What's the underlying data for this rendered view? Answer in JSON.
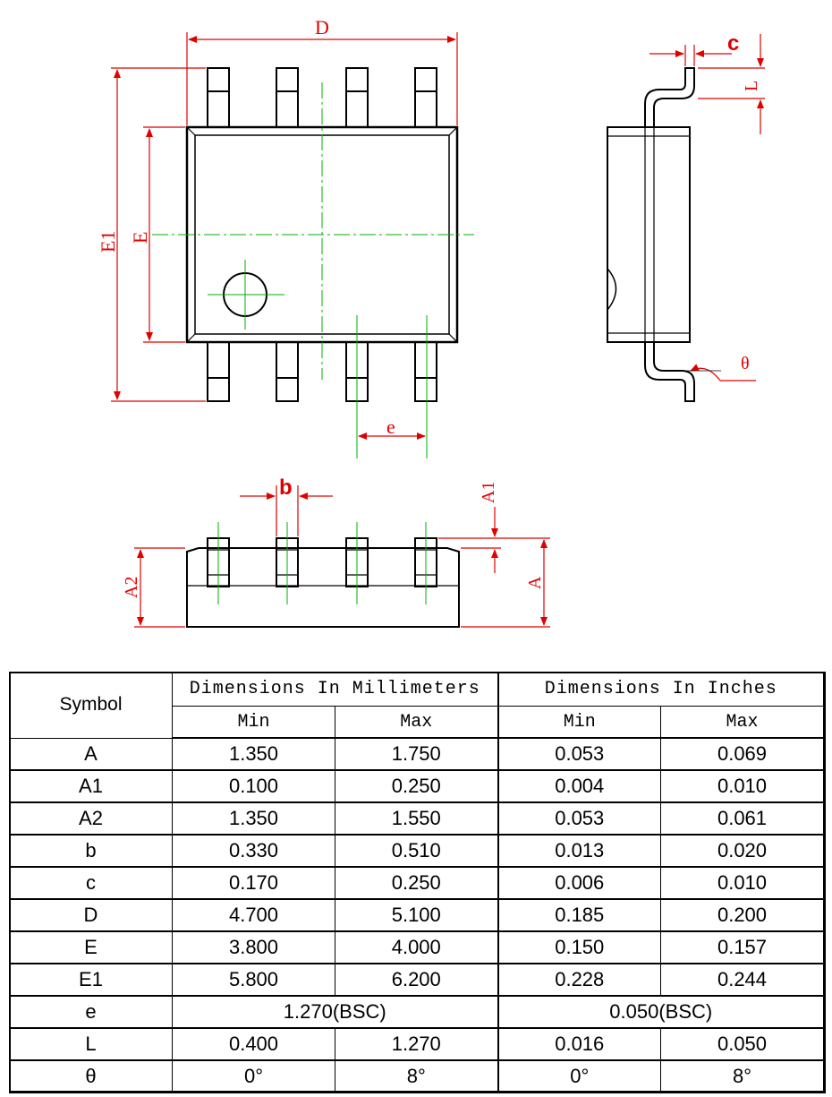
{
  "labels": {
    "D": "D",
    "E": "E",
    "E1": "E1",
    "e": "e",
    "b": "b",
    "c": "c",
    "L": "L",
    "A": "A",
    "A1": "A1",
    "A2": "A2",
    "theta": "θ"
  },
  "colors": {
    "outline": "#000000",
    "dimension": "#e00000",
    "centerline": "#00b000"
  },
  "table": {
    "symbol_header": "Symbol",
    "mm_header": "Dimensions In Millimeters",
    "inch_header": "Dimensions In Inches",
    "min_label": "Min",
    "max_label": "Max",
    "rows": [
      {
        "symbol": "A",
        "mm_min": "1.350",
        "mm_max": "1.750",
        "in_min": "0.053",
        "in_max": "0.069"
      },
      {
        "symbol": "A1",
        "mm_min": "0.100",
        "mm_max": "0.250",
        "in_min": "0.004",
        "in_max": "0.010"
      },
      {
        "symbol": "A2",
        "mm_min": "1.350",
        "mm_max": "1.550",
        "in_min": "0.053",
        "in_max": "0.061"
      },
      {
        "symbol": "b",
        "mm_min": "0.330",
        "mm_max": "0.510",
        "in_min": "0.013",
        "in_max": "0.020"
      },
      {
        "symbol": "c",
        "mm_min": "0.170",
        "mm_max": "0.250",
        "in_min": "0.006",
        "in_max": "0.010"
      },
      {
        "symbol": "D",
        "mm_min": "4.700",
        "mm_max": "5.100",
        "in_min": "0.185",
        "in_max": "0.200"
      },
      {
        "symbol": "E",
        "mm_min": "3.800",
        "mm_max": "4.000",
        "in_min": "0.150",
        "in_max": "0.157"
      },
      {
        "symbol": "E1",
        "mm_min": "5.800",
        "mm_max": "6.200",
        "in_min": "0.228",
        "in_max": "0.244"
      }
    ],
    "row_e": {
      "symbol": "e",
      "mm_bsc": "1.270(BSC)",
      "in_bsc": "0.050(BSC)"
    },
    "rows_tail": [
      {
        "symbol": "L",
        "mm_min": "0.400",
        "mm_max": "1.270",
        "in_min": "0.016",
        "in_max": "0.050"
      },
      {
        "symbol": "θ",
        "mm_min": "0°",
        "mm_max": "8°",
        "in_min": "0°",
        "in_max": "8°"
      }
    ]
  }
}
